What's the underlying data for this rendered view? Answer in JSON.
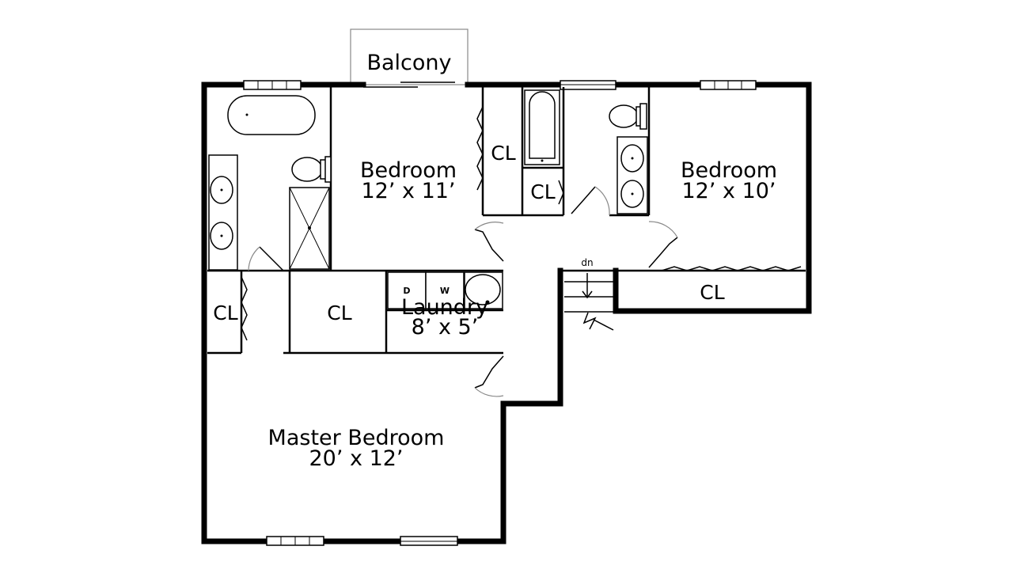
{
  "plan": {
    "balcony": "Balcony",
    "bedroom_top": {
      "name": "Bedroom",
      "size": "12’ x 11’"
    },
    "bedroom_right": {
      "name": "Bedroom",
      "size": "12’ x 10’"
    },
    "master": {
      "name": "Master Bedroom",
      "size": "20’ x 12’"
    },
    "laundry": {
      "name": "Laundry",
      "size": "8’ x 5’"
    },
    "closet": "CL",
    "dryer": "D",
    "washer": "W",
    "stairs_down": "dn"
  }
}
